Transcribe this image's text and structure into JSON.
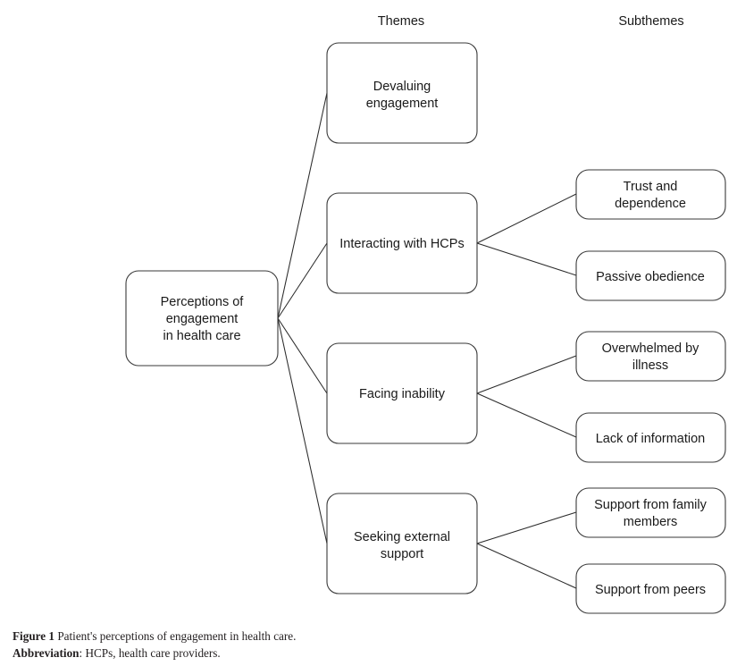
{
  "figure": {
    "columns": {
      "themes_header": "Themes",
      "subthemes_header": "Subthemes"
    },
    "root": {
      "lines": [
        "Perceptions of",
        "engagement",
        "in health care"
      ]
    },
    "themes": [
      {
        "lines": [
          "Devaluing",
          "engagement"
        ],
        "subthemes": []
      },
      {
        "lines": [
          "Interacting with HCPs"
        ],
        "subthemes": [
          {
            "lines": [
              "Trust and",
              "dependence"
            ]
          },
          {
            "lines": [
              "Passive obedience"
            ]
          }
        ]
      },
      {
        "lines": [
          "Facing inability"
        ],
        "subthemes": [
          {
            "lines": [
              "Overwhelmed by",
              "illness"
            ]
          },
          {
            "lines": [
              "Lack of information"
            ]
          }
        ]
      },
      {
        "lines": [
          "Seeking external",
          "support"
        ],
        "subthemes": [
          {
            "lines": [
              "Support from family",
              "members"
            ]
          },
          {
            "lines": [
              "Support from peers"
            ]
          }
        ]
      }
    ],
    "caption": {
      "figure_label": "Figure 1",
      "figure_text": " Patient's perceptions of engagement in health care.",
      "abbrev_label": "Abbreviation",
      "abbrev_text": ": HCPs, health care providers."
    },
    "colors": {
      "box_stroke": "#3a3a3a",
      "connector": "#2b2b2b",
      "text": "#1a1a1a",
      "caption_text": "#231f20",
      "background": "#ffffff"
    }
  }
}
